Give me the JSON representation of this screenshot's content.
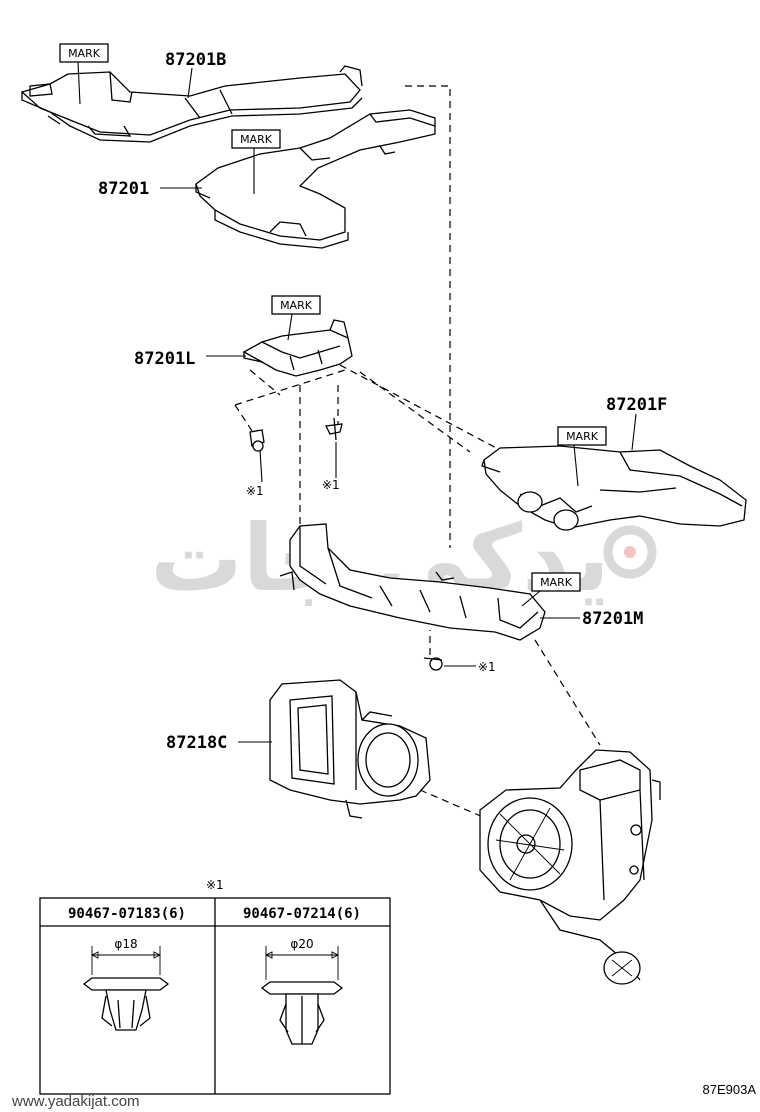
{
  "watermark": {
    "text": "یدکی جات",
    "color": "#d9d9d9",
    "accent_color": "#f2c4c4"
  },
  "labels": {
    "p87201B": "87201B",
    "p87201": "87201",
    "p87201L": "87201L",
    "p87201F": "87201F",
    "p87201M": "87201M",
    "p87218C": "87218C",
    "mark": "MARK",
    "note1": "※1"
  },
  "clip_table": {
    "ref_note": "※1",
    "columns": [
      {
        "part_no": "90467-07183(6)",
        "diameter": "φ18"
      },
      {
        "part_no": "90467-07214(6)",
        "diameter": "φ20"
      }
    ]
  },
  "footer": {
    "website": "www.yadakijat.com",
    "code": "87E903A"
  }
}
